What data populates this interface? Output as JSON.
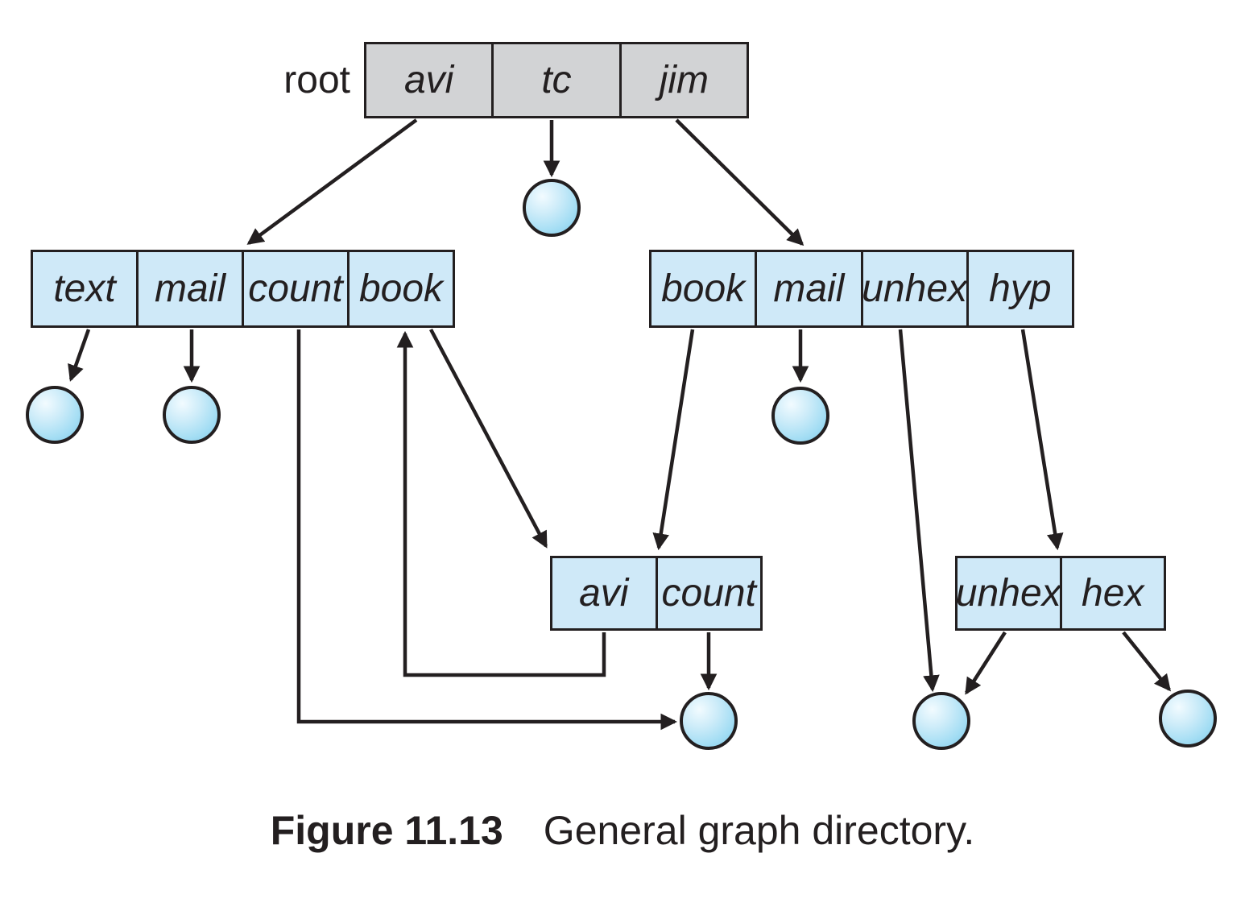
{
  "caption": {
    "figure": "Figure 11.13",
    "text": "General graph directory."
  },
  "nodes": {
    "root": {
      "label": "root",
      "cells": [
        "avi",
        "tc",
        "jim"
      ]
    },
    "dir_left": {
      "cells": [
        "text",
        "mail",
        "count",
        "book"
      ]
    },
    "dir_right": {
      "cells": [
        "book",
        "mail",
        "unhex",
        "hyp"
      ]
    },
    "dir_shared": {
      "cells": [
        "avi",
        "count"
      ]
    },
    "dir_hyp": {
      "cells": [
        "unhex",
        "hex"
      ]
    }
  },
  "files": {
    "circle_count": 7
  },
  "colors": {
    "directory_fill": "#cfe9f8",
    "root_fill": "#d2d3d5",
    "border": "#231f20",
    "line": "#231f20",
    "circle_edge": "#7ecbea"
  }
}
